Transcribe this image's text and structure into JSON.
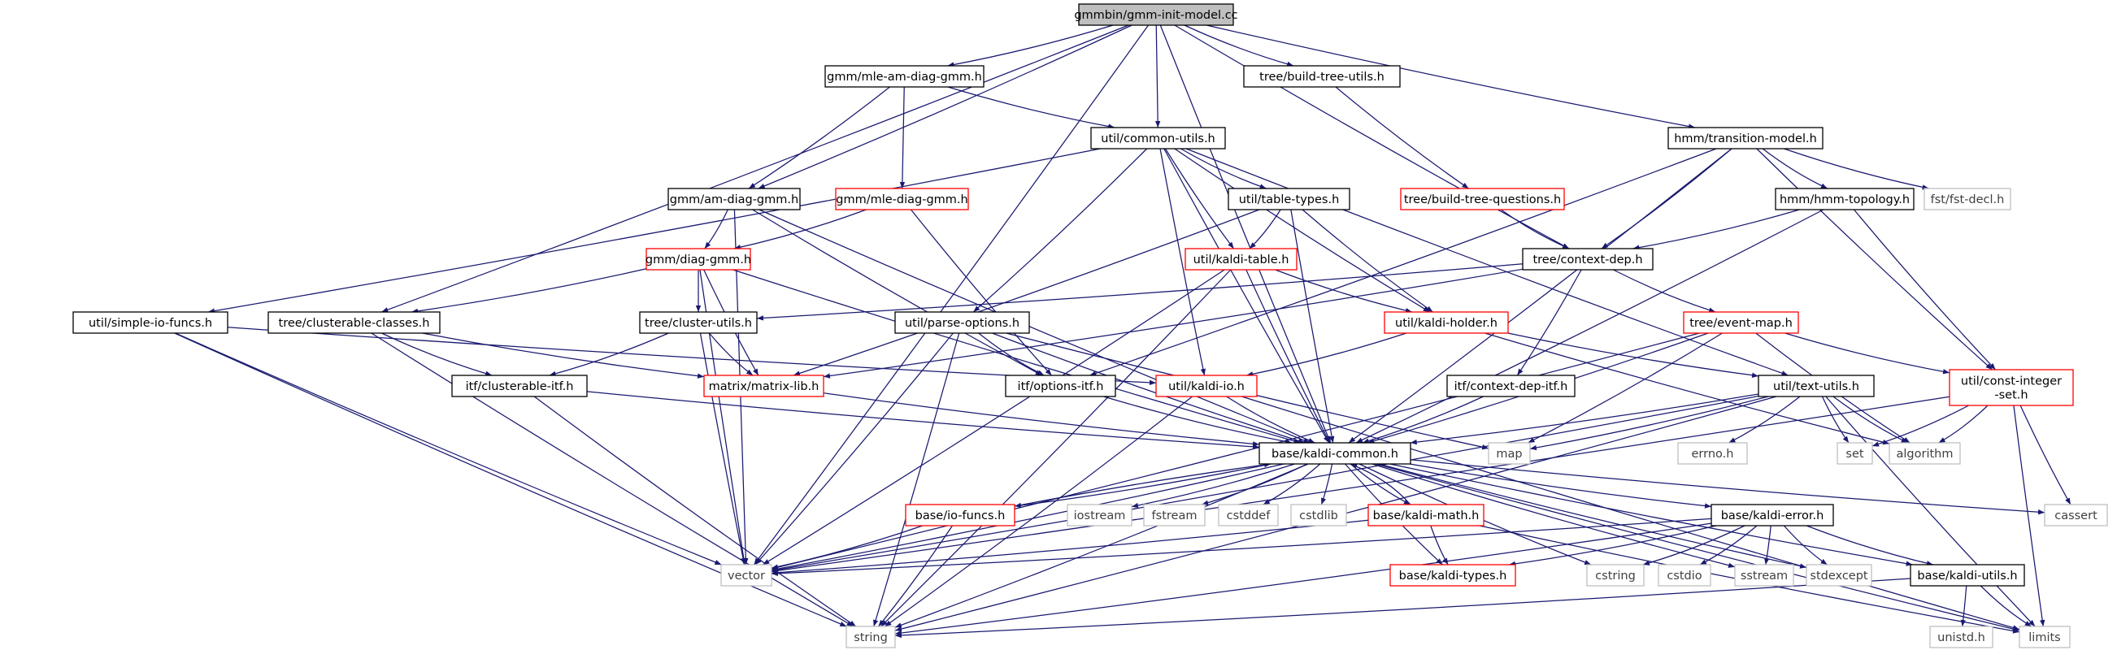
{
  "colors": {
    "edge": "#191970",
    "root_fill": "#bfbfbf",
    "root_stroke": "#000000",
    "doc_stroke": "#000000",
    "undoc_stroke": "#ff0000",
    "system_stroke": "#bfbfbf",
    "system_text": "#404040",
    "text": "#000000"
  },
  "graph": {
    "nodes": [
      {
        "id": "root",
        "label": "gmmbin/gmm-init-model.cc",
        "kind": "root"
      },
      {
        "id": "mleamdiag",
        "label": "gmm/mle-am-diag-gmm.h",
        "kind": "doc"
      },
      {
        "id": "buildtreeutils",
        "label": "tree/build-tree-utils.h",
        "kind": "doc"
      },
      {
        "id": "commonutils",
        "label": "util/common-utils.h",
        "kind": "doc"
      },
      {
        "id": "transmodel",
        "label": "hmm/transition-model.h",
        "kind": "doc"
      },
      {
        "id": "amdiag",
        "label": "gmm/am-diag-gmm.h",
        "kind": "doc"
      },
      {
        "id": "mlediag",
        "label": "gmm/mle-diag-gmm.h",
        "kind": "undoc"
      },
      {
        "id": "tabletypes",
        "label": "util/table-types.h",
        "kind": "doc"
      },
      {
        "id": "btquestions",
        "label": "tree/build-tree-questions.h",
        "kind": "undoc"
      },
      {
        "id": "hmmtopo",
        "label": "hmm/hmm-topology.h",
        "kind": "doc"
      },
      {
        "id": "fstdecl",
        "label": "fst/fst-decl.h",
        "kind": "sys"
      },
      {
        "id": "diaggmm",
        "label": "gmm/diag-gmm.h",
        "kind": "undoc"
      },
      {
        "id": "kalditable",
        "label": "util/kaldi-table.h",
        "kind": "undoc"
      },
      {
        "id": "contextdep",
        "label": "tree/context-dep.h",
        "kind": "doc"
      },
      {
        "id": "simpleio",
        "label": "util/simple-io-funcs.h",
        "kind": "doc"
      },
      {
        "id": "clusterable",
        "label": "tree/clusterable-classes.h",
        "kind": "doc"
      },
      {
        "id": "clusterutils",
        "label": "tree/cluster-utils.h",
        "kind": "doc"
      },
      {
        "id": "parseopts",
        "label": "util/parse-options.h",
        "kind": "doc"
      },
      {
        "id": "kaldiholder",
        "label": "util/kaldi-holder.h",
        "kind": "undoc"
      },
      {
        "id": "eventmap",
        "label": "tree/event-map.h",
        "kind": "undoc"
      },
      {
        "id": "constintset",
        "label": "util/const-integer\n-set.h",
        "kind": "undoc"
      },
      {
        "id": "clusterableitf",
        "label": "itf/clusterable-itf.h",
        "kind": "doc"
      },
      {
        "id": "matrixlib",
        "label": "matrix/matrix-lib.h",
        "kind": "undoc"
      },
      {
        "id": "optionsitf",
        "label": "itf/options-itf.h",
        "kind": "doc"
      },
      {
        "id": "kaldiio",
        "label": "util/kaldi-io.h",
        "kind": "undoc"
      },
      {
        "id": "contextdepitf",
        "label": "itf/context-dep-itf.h",
        "kind": "doc"
      },
      {
        "id": "textutils",
        "label": "util/text-utils.h",
        "kind": "doc"
      },
      {
        "id": "kaldicommon",
        "label": "base/kaldi-common.h",
        "kind": "doc"
      },
      {
        "id": "map",
        "label": "map",
        "kind": "sys"
      },
      {
        "id": "errnoh",
        "label": "errno.h",
        "kind": "sys"
      },
      {
        "id": "set",
        "label": "set",
        "kind": "sys"
      },
      {
        "id": "algorithm",
        "label": "algorithm",
        "kind": "sys"
      },
      {
        "id": "iofuncs",
        "label": "base/io-funcs.h",
        "kind": "undoc"
      },
      {
        "id": "iostream",
        "label": "iostream",
        "kind": "sys"
      },
      {
        "id": "fstream",
        "label": "fstream",
        "kind": "sys"
      },
      {
        "id": "cstddef",
        "label": "cstddef",
        "kind": "sys"
      },
      {
        "id": "cstdlib",
        "label": "cstdlib",
        "kind": "sys"
      },
      {
        "id": "kaldimath",
        "label": "base/kaldi-math.h",
        "kind": "undoc"
      },
      {
        "id": "kaldierror",
        "label": "base/kaldi-error.h",
        "kind": "doc"
      },
      {
        "id": "cassert",
        "label": "cassert",
        "kind": "sys"
      },
      {
        "id": "vector",
        "label": "vector",
        "kind": "sys"
      },
      {
        "id": "kalditypes",
        "label": "base/kaldi-types.h",
        "kind": "undoc"
      },
      {
        "id": "cstring",
        "label": "cstring",
        "kind": "sys"
      },
      {
        "id": "cstdio",
        "label": "cstdio",
        "kind": "sys"
      },
      {
        "id": "sstream",
        "label": "sstream",
        "kind": "sys"
      },
      {
        "id": "stdexcept",
        "label": "stdexcept",
        "kind": "sys"
      },
      {
        "id": "kaldiutils",
        "label": "base/kaldi-utils.h",
        "kind": "doc"
      },
      {
        "id": "string",
        "label": "string",
        "kind": "sys"
      },
      {
        "id": "unistd",
        "label": "unistd.h",
        "kind": "sys"
      },
      {
        "id": "limits",
        "label": "limits",
        "kind": "sys"
      }
    ],
    "edges": [
      [
        "root",
        "mleamdiag"
      ],
      [
        "root",
        "buildtreeutils"
      ],
      [
        "root",
        "commonutils"
      ],
      [
        "root",
        "transmodel"
      ],
      [
        "root",
        "amdiag"
      ],
      [
        "root",
        "contextdep"
      ],
      [
        "root",
        "clusterable"
      ],
      [
        "root",
        "kaldicommon"
      ],
      [
        "root",
        "vector"
      ],
      [
        "mleamdiag",
        "amdiag"
      ],
      [
        "mleamdiag",
        "mlediag"
      ],
      [
        "mleamdiag",
        "commonutils"
      ],
      [
        "buildtreeutils",
        "btquestions"
      ],
      [
        "commonutils",
        "tabletypes"
      ],
      [
        "commonutils",
        "kalditable"
      ],
      [
        "commonutils",
        "kaldiholder"
      ],
      [
        "commonutils",
        "simpleio"
      ],
      [
        "commonutils",
        "parseopts"
      ],
      [
        "commonutils",
        "kaldiio"
      ],
      [
        "commonutils",
        "kaldicommon"
      ],
      [
        "commonutils",
        "textutils"
      ],
      [
        "transmodel",
        "hmmtopo"
      ],
      [
        "transmodel",
        "contextdep"
      ],
      [
        "transmodel",
        "fstdecl"
      ],
      [
        "transmodel",
        "kaldicommon"
      ],
      [
        "transmodel",
        "constintset"
      ],
      [
        "transmodel",
        "optionsitf"
      ],
      [
        "amdiag",
        "diaggmm"
      ],
      [
        "amdiag",
        "vector"
      ],
      [
        "amdiag",
        "optionsitf"
      ],
      [
        "amdiag",
        "kaldicommon"
      ],
      [
        "mlediag",
        "diaggmm"
      ],
      [
        "mlediag",
        "optionsitf"
      ],
      [
        "tabletypes",
        "kalditable"
      ],
      [
        "tabletypes",
        "kaldiholder"
      ],
      [
        "tabletypes",
        "matrixlib"
      ],
      [
        "tabletypes",
        "kaldicommon"
      ],
      [
        "btquestions",
        "contextdep"
      ],
      [
        "hmmtopo",
        "contextdep"
      ],
      [
        "hmmtopo",
        "kaldicommon"
      ],
      [
        "hmmtopo",
        "constintset"
      ],
      [
        "diaggmm",
        "clusterable"
      ],
      [
        "diaggmm",
        "clusterutils"
      ],
      [
        "diaggmm",
        "matrixlib"
      ],
      [
        "diaggmm",
        "vector"
      ],
      [
        "diaggmm",
        "kaldicommon"
      ],
      [
        "kalditable",
        "kaldiholder"
      ],
      [
        "kalditable",
        "kaldicommon"
      ],
      [
        "kalditable",
        "string"
      ],
      [
        "kalditable",
        "vector"
      ],
      [
        "contextdep",
        "clusterutils"
      ],
      [
        "contextdep",
        "eventmap"
      ],
      [
        "contextdep",
        "contextdepitf"
      ],
      [
        "contextdep",
        "matrixlib"
      ],
      [
        "simpleio",
        "kaldiio"
      ],
      [
        "simpleio",
        "vector"
      ],
      [
        "simpleio",
        "string"
      ],
      [
        "clusterable",
        "clusterableitf"
      ],
      [
        "clusterable",
        "matrixlib"
      ],
      [
        "clusterable",
        "string"
      ],
      [
        "clusterutils",
        "clusterableitf"
      ],
      [
        "clusterutils",
        "matrixlib"
      ],
      [
        "clusterutils",
        "vector"
      ],
      [
        "parseopts",
        "optionsitf"
      ],
      [
        "parseopts",
        "kaldicommon"
      ],
      [
        "parseopts",
        "map"
      ],
      [
        "parseopts",
        "vector"
      ],
      [
        "parseopts",
        "string"
      ],
      [
        "kaldiholder",
        "kaldiio"
      ],
      [
        "kaldiholder",
        "textutils"
      ],
      [
        "kaldiholder",
        "algorithm"
      ],
      [
        "eventmap",
        "kaldicommon"
      ],
      [
        "eventmap",
        "constintset"
      ],
      [
        "eventmap",
        "map"
      ],
      [
        "eventmap",
        "algorithm"
      ],
      [
        "eventmap",
        "vector"
      ],
      [
        "constintset",
        "set"
      ],
      [
        "constintset",
        "algorithm"
      ],
      [
        "constintset",
        "vector"
      ],
      [
        "constintset",
        "cassert"
      ],
      [
        "constintset",
        "limits"
      ],
      [
        "clusterableitf",
        "kaldicommon"
      ],
      [
        "clusterableitf",
        "string"
      ],
      [
        "matrixlib",
        "kaldicommon"
      ],
      [
        "optionsitf",
        "kaldicommon"
      ],
      [
        "kaldiio",
        "kaldicommon"
      ],
      [
        "kaldiio",
        "string"
      ],
      [
        "kaldiio",
        "limits"
      ],
      [
        "contextdepitf",
        "kaldicommon"
      ],
      [
        "textutils",
        "kaldicommon"
      ],
      [
        "textutils",
        "map"
      ],
      [
        "textutils",
        "errnoh"
      ],
      [
        "textutils",
        "set"
      ],
      [
        "textutils",
        "algorithm"
      ],
      [
        "textutils",
        "limits"
      ],
      [
        "textutils",
        "string"
      ],
      [
        "textutils",
        "vector"
      ],
      [
        "kaldicommon",
        "iofuncs"
      ],
      [
        "kaldicommon",
        "iostream"
      ],
      [
        "kaldicommon",
        "fstream"
      ],
      [
        "kaldicommon",
        "cstddef"
      ],
      [
        "kaldicommon",
        "cstdlib"
      ],
      [
        "kaldicommon",
        "kaldimath"
      ],
      [
        "kaldicommon",
        "kaldierror"
      ],
      [
        "kaldicommon",
        "cassert"
      ],
      [
        "kaldicommon",
        "vector"
      ],
      [
        "kaldicommon",
        "string"
      ],
      [
        "kaldicommon",
        "kalditypes"
      ],
      [
        "kaldicommon",
        "cstring"
      ],
      [
        "kaldicommon",
        "sstream"
      ],
      [
        "kaldicommon",
        "stdexcept"
      ],
      [
        "kaldicommon",
        "kaldiutils"
      ],
      [
        "kaldicommon",
        "limits"
      ],
      [
        "iofuncs",
        "kaldicommon"
      ],
      [
        "iofuncs",
        "vector"
      ],
      [
        "iofuncs",
        "string"
      ],
      [
        "kaldimath",
        "kaldicommon"
      ],
      [
        "kaldimath",
        "kalditypes"
      ],
      [
        "kaldimath",
        "vector"
      ],
      [
        "kaldimath",
        "limits"
      ],
      [
        "kaldierror",
        "kalditypes"
      ],
      [
        "kaldierror",
        "vector"
      ],
      [
        "kaldierror",
        "string"
      ],
      [
        "kaldierror",
        "cstring"
      ],
      [
        "kaldierror",
        "cstdio"
      ],
      [
        "kaldierror",
        "sstream"
      ],
      [
        "kaldierror",
        "stdexcept"
      ],
      [
        "kaldierror",
        "kaldiutils"
      ],
      [
        "kaldiutils",
        "string"
      ],
      [
        "kaldiutils",
        "unistd"
      ],
      [
        "kaldiutils",
        "limits"
      ]
    ]
  }
}
